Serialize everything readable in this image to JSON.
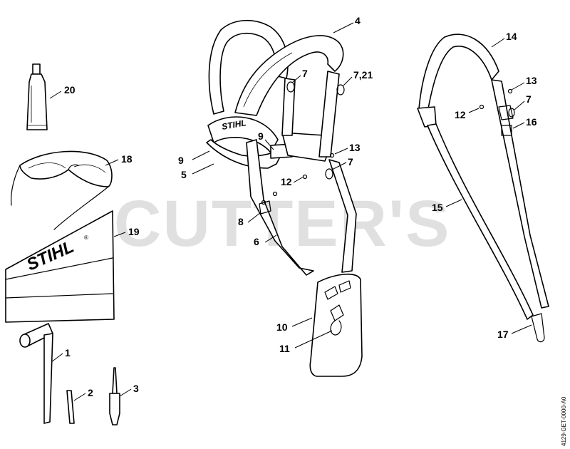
{
  "watermark": "CUTTER'S",
  "brand": "STIHL",
  "registered_mark": "®",
  "document_id": "4129-GET-0000-A0",
  "callouts": {
    "c1": "1",
    "c2": "2",
    "c3": "3",
    "c4": "4",
    "c5": "5",
    "c6": "6",
    "c7a": "7",
    "c7b": "7,21",
    "c7c": "7",
    "c7d": "7",
    "c8": "8",
    "c9a": "9",
    "c9b": "9",
    "c10": "10",
    "c11": "11",
    "c12a": "12",
    "c12b": "12",
    "c13a": "13",
    "c13b": "13",
    "c14": "14",
    "c15": "15",
    "c16": "16",
    "c17": "17",
    "c18": "18",
    "c19": "19",
    "c20": "20"
  }
}
